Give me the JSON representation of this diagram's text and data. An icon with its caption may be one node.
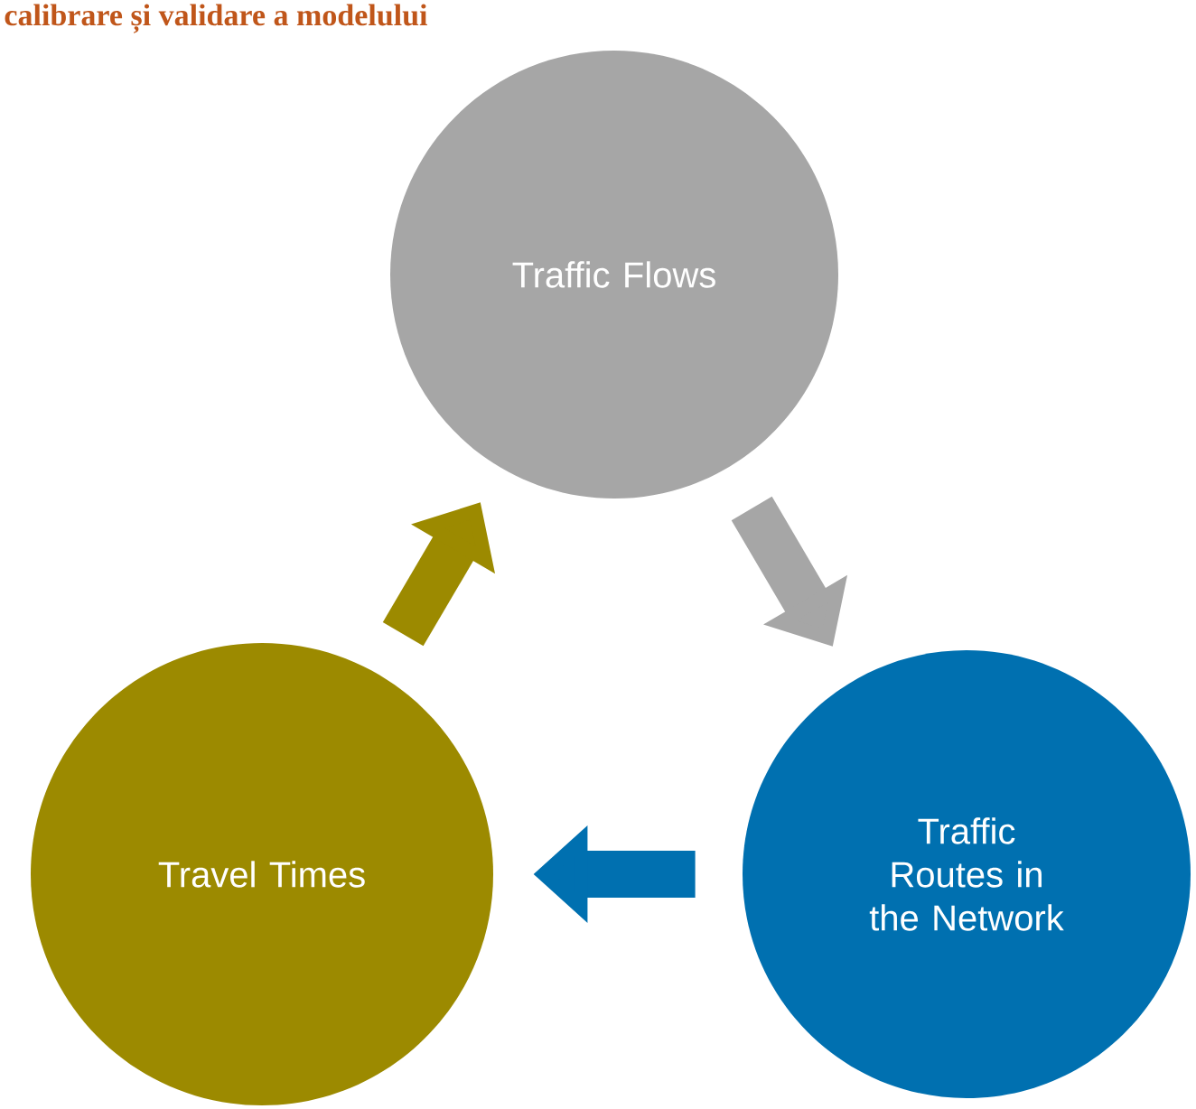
{
  "diagram": {
    "title": "calibrare și validare a modelului",
    "nodes": [
      {
        "text": [
          "Traffic Flows"
        ]
      },
      {
        "text": [
          "Travel Times"
        ]
      },
      {
        "text": [
          "Traffic Routes in the Network"
        ]
      }
    ],
    "edges": [
      {
        "from": 0,
        "to": 2,
        "arrow": "to",
        "color": "#a6a6a6"
      },
      {
        "from": 2,
        "to": 1,
        "arrow": "to",
        "color": "#0070b0"
      },
      {
        "from": 1,
        "to": 0,
        "arrow": "to",
        "color": "#9c8a00"
      }
    ]
  }
}
